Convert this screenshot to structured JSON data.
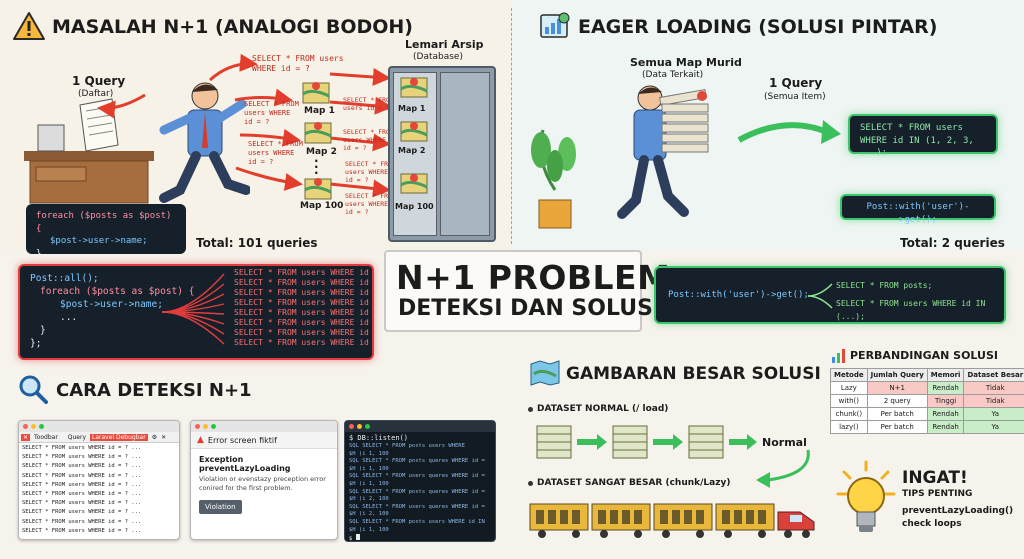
{
  "top_left": {
    "title": "MASALAH N+1 (ANALOGI BODOH)",
    "one_query": "1 Query",
    "one_query_sub": "(Daftar)",
    "cabinet_title": "Lemari Arsip",
    "cabinet_sub": "(Database)",
    "sql_a": "SELECT * FROM users\nWHERE id = ?",
    "sql_b": "SELECT * FROM\nusers WHERE\nid = ?",
    "sql_c": "SELECT * FROM\nusers WHERE\nid = ?",
    "sql_d": "SELECT * FROM\nusers id = ?",
    "sql_e": "SELECT * FROM\nusers WHERE\nid = ?",
    "sql_f": "SELECT * FROM\nusers WHERE\nid = ?",
    "sql_g": "SELECT * FROM\nusers WHERE\nid = ?",
    "map1": "Map 1",
    "map2": "Map 2",
    "map100": "Map 100",
    "map1b": "Map 1",
    "map2b": "Map 2",
    "map100b": "Map 100",
    "code_l1": "foreach ($posts as $post) {",
    "code_l2": "$post->user->name;",
    "code_l3": "}",
    "total": "Total: 101 queries"
  },
  "top_right": {
    "title": "EAGER LOADING (SOLUSI PINTAR)",
    "maps_title": "Semua Map Murid",
    "maps_sub": "(Data Terkait)",
    "one_query": "1 Query",
    "one_query_sub": "(Semua Item)",
    "sql_l1": "SELECT * FROM users",
    "sql_l2": "WHERE id IN (1, 2, 3, ...);",
    "with_code": "Post::with('user')->get();",
    "total": "Total: 2 queries"
  },
  "center": {
    "title": "N+1 PROBLEM:",
    "subtitle": "DETEKSI DAN SOLUSI"
  },
  "mid_left": {
    "c1": "Post::all();",
    "c2": "foreach ($posts as $post) {",
    "c3": "$post->user->name;",
    "c4": "...",
    "c5": "}",
    "c6": "};",
    "query": "SELECT * FROM users WHERE id"
  },
  "mid_right": {
    "code": "Post::with('user')->get();",
    "q1": "SELECT * FROM posts;",
    "q2": "SELECT * FROM users WHERE id IN (...);"
  },
  "detect": {
    "title": "CARA DETEKSI N+1",
    "dbg_tab1": "Toodbar",
    "dbg_tab2": "Query",
    "dbg_tab3": "Laravel Debugbar",
    "dbg_row": "SELECT * FROM users WHERE id = ? ...",
    "err_title": "Error screen fiktif",
    "err_head": "Exception preventLazyLoading",
    "err_body": "Violation or evenstazy preception error conired for the first problem.",
    "err_btn": "Violation",
    "term_l1": "$ DB::listen()",
    "term_l2": "SQL SELECT * FROM posts users WHERE",
    "term_l3": "$H (i 1, 100",
    "term_l4": "SQL SELECT * FROM posts queres WHERE id =",
    "term_l5": "$H (i 1, 100",
    "term_l6": "SQL SELECT * FROM users queres WHERE id =",
    "term_l7": "$H (i 1, 100",
    "term_l8": "SQL SELECT * FROM posts queres WHERE id =",
    "term_l9": "$H (i 2, 100",
    "term_l10": "SQL SELECT * FROM users queres WHERE id =",
    "term_l11": "$H (i 2, 100",
    "term_l12": "SQL SELECT * FROM posts users WHERE id IN",
    "term_l13": "$H (i 1, 100",
    "term_l14": "$"
  },
  "big_picture": {
    "title": "GAMBARAN BESAR SOLUSI",
    "normal_label": "DATASET NORMAL (/ load)",
    "normal_result": "Normal",
    "big_label": "DATASET SANGAT BESAR (chunk/Lazy)"
  },
  "compare": {
    "title": "PERBANDINGAN SOLUSI",
    "headers": [
      "Metode",
      "Jumlah Query",
      "Memori",
      "Dataset Besar"
    ],
    "rows": [
      [
        "Lazy",
        "N+1",
        "Rendah",
        "Tidak"
      ],
      [
        "with()",
        "2 query",
        "Tinggi",
        "Tidak"
      ],
      [
        "chunk()",
        "Per batch",
        "Rendah",
        "Ya"
      ],
      [
        "lazy()",
        "Per batch",
        "Rendah",
        "Ya"
      ]
    ]
  },
  "tips": {
    "title": "INGAT!",
    "sub": "TIPS PENTING",
    "l1": "preventLazyLoading()",
    "l2": "check loops"
  }
}
